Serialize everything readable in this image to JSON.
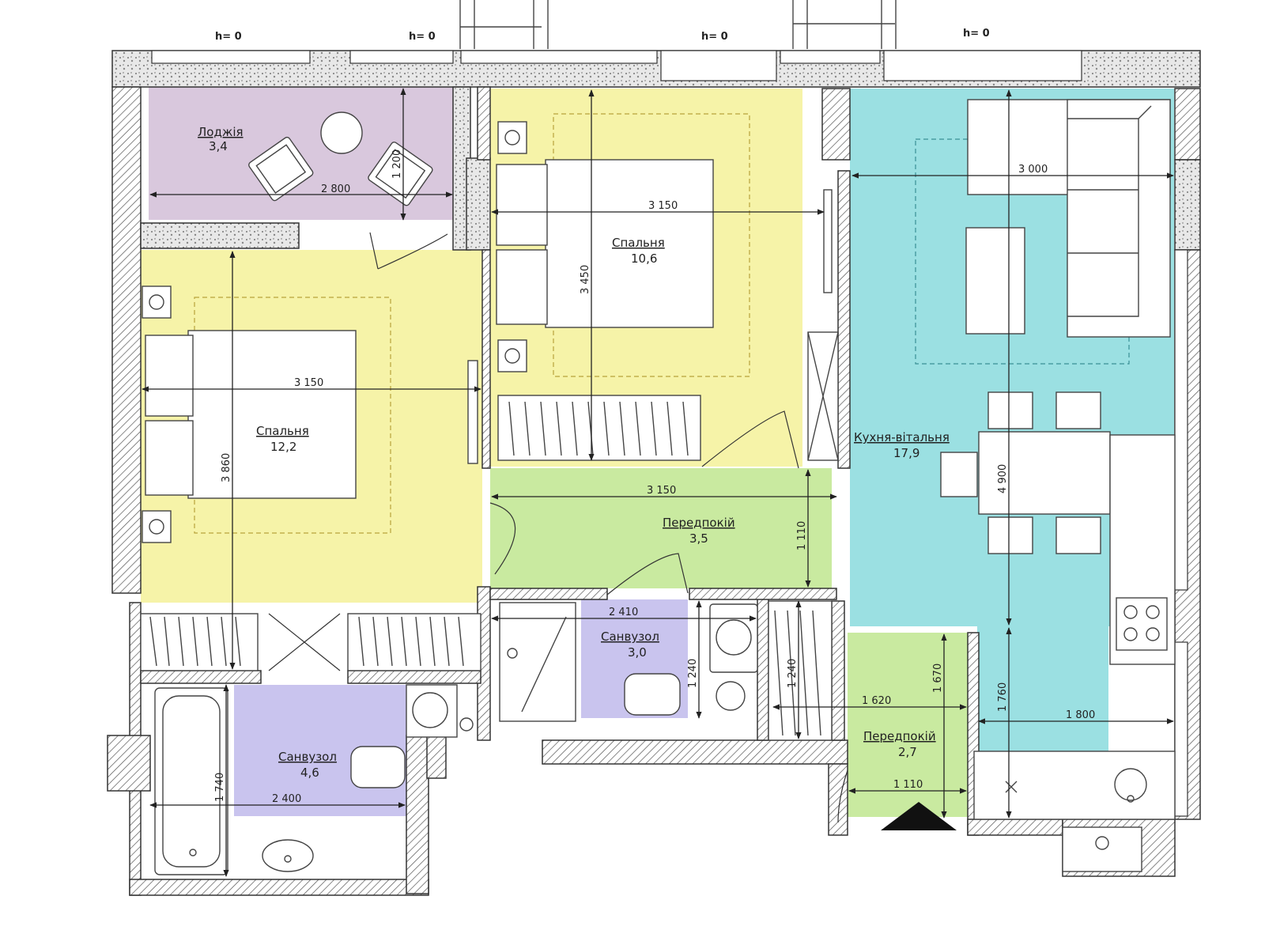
{
  "colors": {
    "loggia": "#d9c8dd",
    "bedroom": "#f6f3a8",
    "hallway": "#c9eaa0",
    "bathroom": "#c9c4ee",
    "kitchen": "#9be0e2",
    "wall": "#444444"
  },
  "heights": [
    "h= 0",
    "h= 0",
    "h= 0",
    "h= 0"
  ],
  "rooms": {
    "loggia": {
      "name": "Лоджія",
      "area": "3,4"
    },
    "bedroom1": {
      "name": "Спальня",
      "area": "12,2"
    },
    "bedroom2": {
      "name": "Спальня",
      "area": "10,6"
    },
    "hall1": {
      "name": "Передпокій",
      "area": "3,5"
    },
    "bath1": {
      "name": "Санвузол",
      "area": "3,0"
    },
    "bath2": {
      "name": "Санвузол",
      "area": "4,6"
    },
    "kitchen": {
      "name": "Кухня-вітальня",
      "area": "17,9"
    },
    "hall2": {
      "name": "Передпокій",
      "area": "2,7"
    }
  },
  "dimensions": {
    "loggia_w": "2 800",
    "loggia_h": "1 200",
    "bed1_w": "3 150",
    "bed1_h": "3 860",
    "bed2_w": "3 150",
    "bed2_h": "3 450",
    "hall1_w": "3 150",
    "hall1_h": "1 110",
    "bath1_w": "2 410",
    "bath1_h": "1 240",
    "closet_h": "1 240",
    "bath2_w": "2 400",
    "bath2_h": "1 740",
    "kitchen_w": "3 000",
    "kitchen_h": "4 900",
    "kitchen_w2": "1 800",
    "kitchen_h2": "1 760",
    "hall2_w": "1 620",
    "hall2_h": "1 670",
    "hall2_w2": "1 110"
  },
  "icons": [
    "entrance-arrow-icon",
    "outlet-icon",
    "stove-icon",
    "toilet-icon",
    "sink-icon",
    "bathtub-icon",
    "shower-icon",
    "washing-machine-icon"
  ]
}
